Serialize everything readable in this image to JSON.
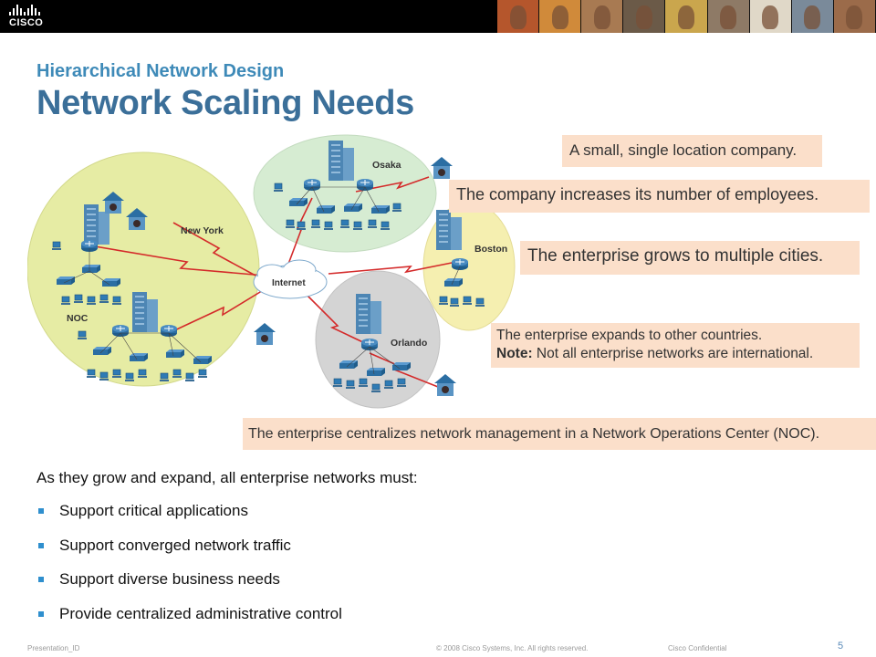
{
  "header": {
    "logo_text": "CISCO"
  },
  "slide": {
    "subtitle": "Hierarchical Network Design",
    "title": "Network Scaling Needs"
  },
  "diagram": {
    "sites": [
      "Osaka",
      "New York",
      "Boston",
      "NOC",
      "Orlando"
    ],
    "cloud_label": "Internet",
    "colors": {
      "newyork_fill": "#e6eca4",
      "osaka_fill": "#d6ecd2",
      "boston_fill": "#f5efb0",
      "orlando_fill": "#d4d4d4",
      "link_red": "#d42a2a",
      "router_blue": "#2b6ea3",
      "building_blue": "#4d86b4"
    }
  },
  "callouts": {
    "c1": "A small, single location company.",
    "c2": "The company increases its number of employees.",
    "c3": "The enterprise grows to multiple cities.",
    "c4_line1": "The enterprise expands to other countries.",
    "c4_note_label": "Note:",
    "c4_note_text": " Not all enterprise networks are international.",
    "c5": "The enterprise centralizes network management in a Network Operations Center (NOC)."
  },
  "content": {
    "intro": "As they grow and expand, all enterprise networks must:",
    "bullets": [
      "Support critical applications",
      "Support converged network traffic",
      "Support diverse business needs",
      "Provide centralized administrative control"
    ]
  },
  "footer": {
    "left": "Presentation_ID",
    "center": "© 2008 Cisco Systems, Inc. All rights reserved.",
    "right": "Cisco Confidential",
    "page": "5"
  }
}
